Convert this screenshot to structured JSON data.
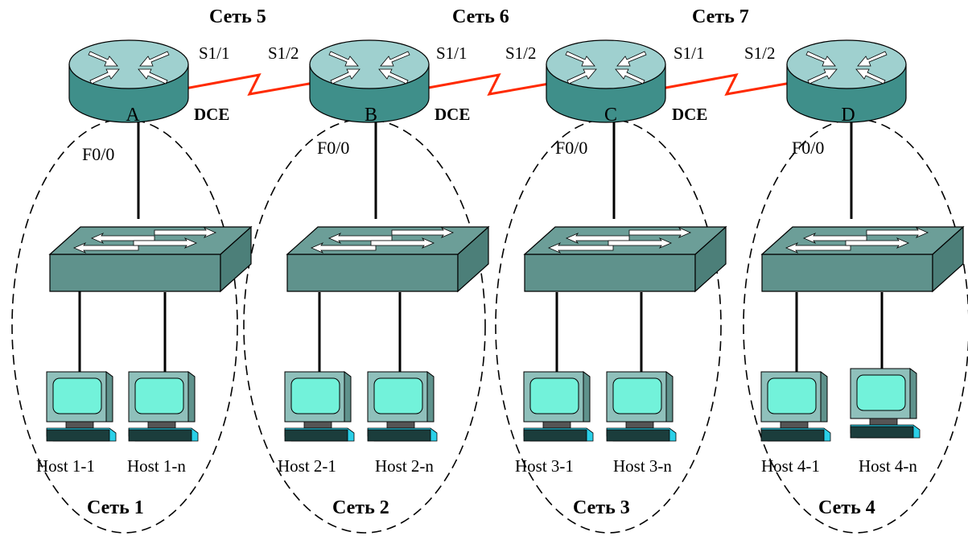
{
  "serial_networks": [
    {
      "label": "Сеть 5"
    },
    {
      "label": "Сеть 6"
    },
    {
      "label": "Сеть 7"
    }
  ],
  "routers": [
    {
      "name": "A",
      "lan_port": "F0/0",
      "s11": "S1/1",
      "dce": "DCE"
    },
    {
      "name": "B",
      "lan_port": "F0/0",
      "s12": "S1/2",
      "s11": "S1/1",
      "dce": "DCE"
    },
    {
      "name": "C",
      "lan_port": "F0/0",
      "s12": "S1/2",
      "s11": "S1/1",
      "dce": "DCE"
    },
    {
      "name": "D",
      "lan_port": "F0/0",
      "s12": "S1/2"
    }
  ],
  "lans": [
    {
      "label": "Сеть 1",
      "host_first": "Host 1-1",
      "host_last": "Host 1-n"
    },
    {
      "label": "Сеть 2",
      "host_first": "Host 2-1",
      "host_last": "Host 2-n"
    },
    {
      "label": "Сеть 3",
      "host_first": "Host 3-1",
      "host_last": "Host 3-n"
    },
    {
      "label": "Сеть 4",
      "host_first": "Host 4-1",
      "host_last": "Host 4-n"
    }
  ],
  "colors": {
    "serial_link": "#ff2a00",
    "device_top": "#9fd0cf",
    "device_side": "#3f8f8a",
    "switch_top": "#6c9e98",
    "switch_front": "#5f928c",
    "screen": "#72f2da"
  }
}
